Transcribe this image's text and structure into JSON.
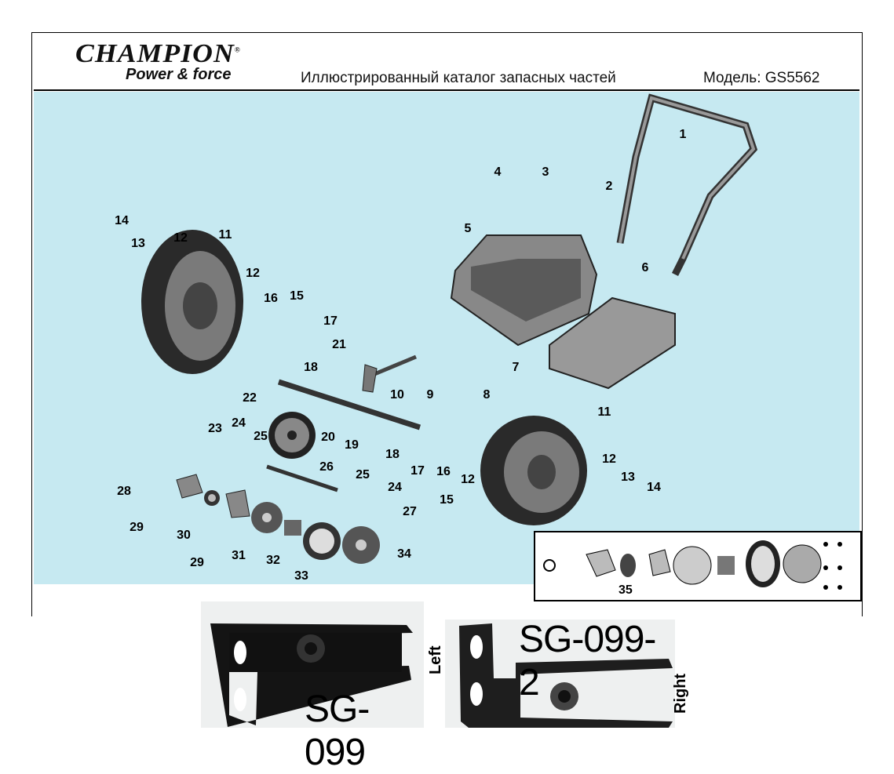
{
  "header": {
    "logo_brand": "CHAMPION",
    "logo_tagline": "Power & force",
    "title": "Иллюстрированный каталог запасных частей",
    "model": "Модель: GS5562"
  },
  "diagram": {
    "callouts": [
      "1",
      "2",
      "3",
      "4",
      "5",
      "6",
      "7",
      "8",
      "9",
      "10",
      "11",
      "12",
      "13",
      "14",
      "12",
      "16",
      "15",
      "17",
      "18",
      "21",
      "22",
      "20",
      "19",
      "23",
      "24",
      "25",
      "18",
      "17",
      "16",
      "15",
      "12",
      "11",
      "12",
      "13",
      "14",
      "26",
      "25",
      "24",
      "27",
      "28",
      "29",
      "30",
      "29",
      "31",
      "32",
      "33",
      "34"
    ],
    "kit_label": "35"
  },
  "photos": [
    {
      "part_no": "SG-099",
      "side": "Left"
    },
    {
      "part_no": "SG-099-2",
      "side": "Right"
    }
  ],
  "colors": {
    "diagram_bg": "#c6e9f1"
  }
}
